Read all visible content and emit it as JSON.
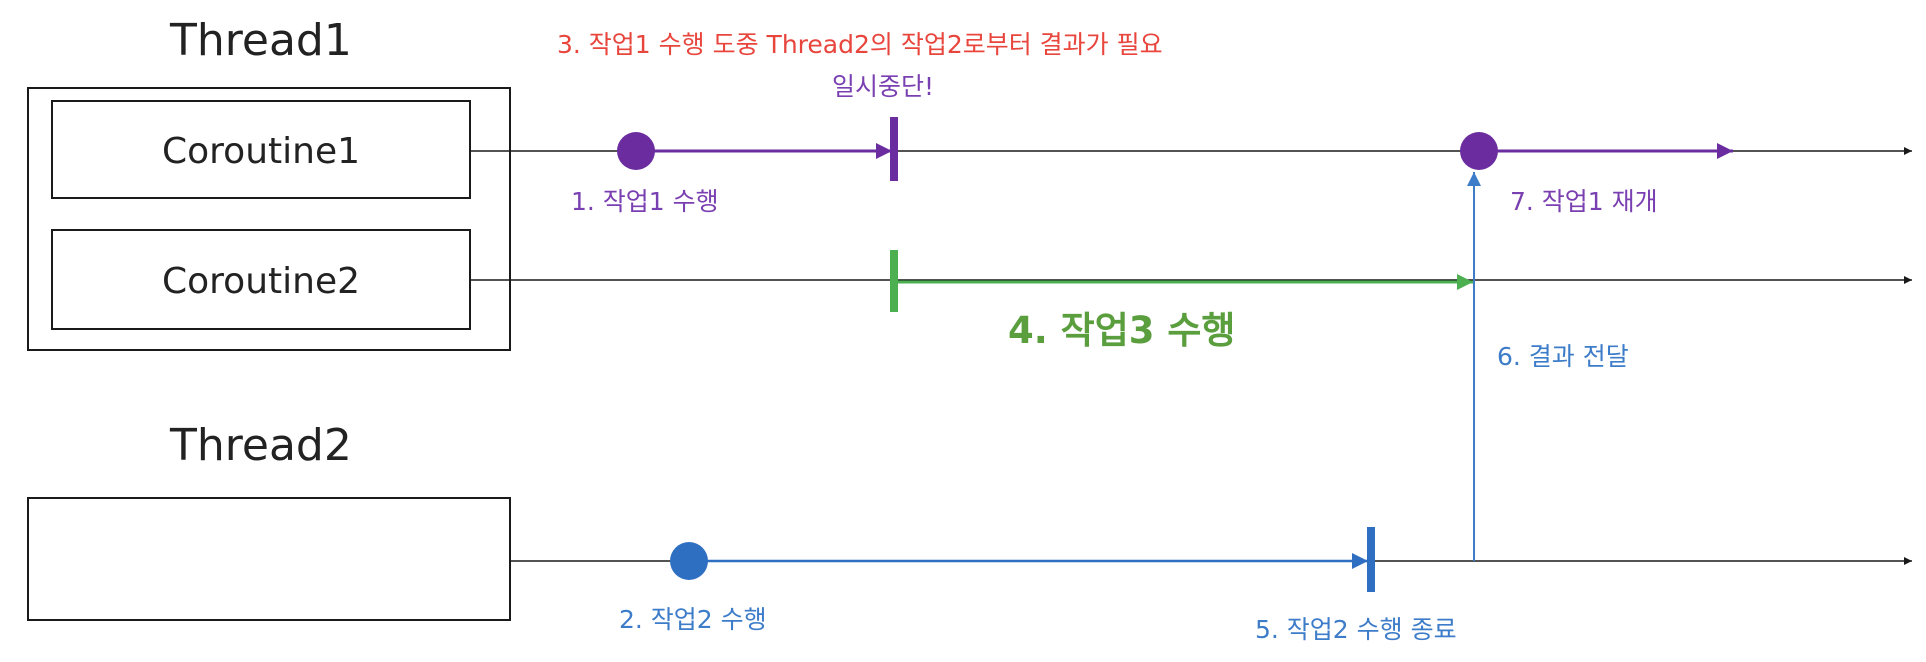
{
  "diagram": {
    "threads": [
      {
        "title": "Thread1",
        "coroutines": [
          "Coroutine1",
          "Coroutine2"
        ]
      },
      {
        "title": "Thread2",
        "coroutines": []
      }
    ],
    "annotations": {
      "step1": "1. 작업1 수행",
      "step2": "2. 작업2 수행",
      "step3": "3. 작업1 수행 도중 Thread2의 작업2로부터 결과가 필요",
      "suspend": "일시중단!",
      "step4": "4. 작업3 수행",
      "step5": "5. 작업2 수행 종료",
      "step6": "6. 결과 전달",
      "step7": "7. 작업1 재개"
    },
    "colors": {
      "coroutine1_work": "#6a2c9e",
      "coroutine1_text": "#7a3fb0",
      "coroutine2_work": "#4caf50",
      "coroutine2_text": "#5a9e3e",
      "thread2_work": "#2f6fc2",
      "thread2_text": "#3d7cc9",
      "step3_text": "#e8453c",
      "timeline": "#1a1a1a"
    }
  }
}
